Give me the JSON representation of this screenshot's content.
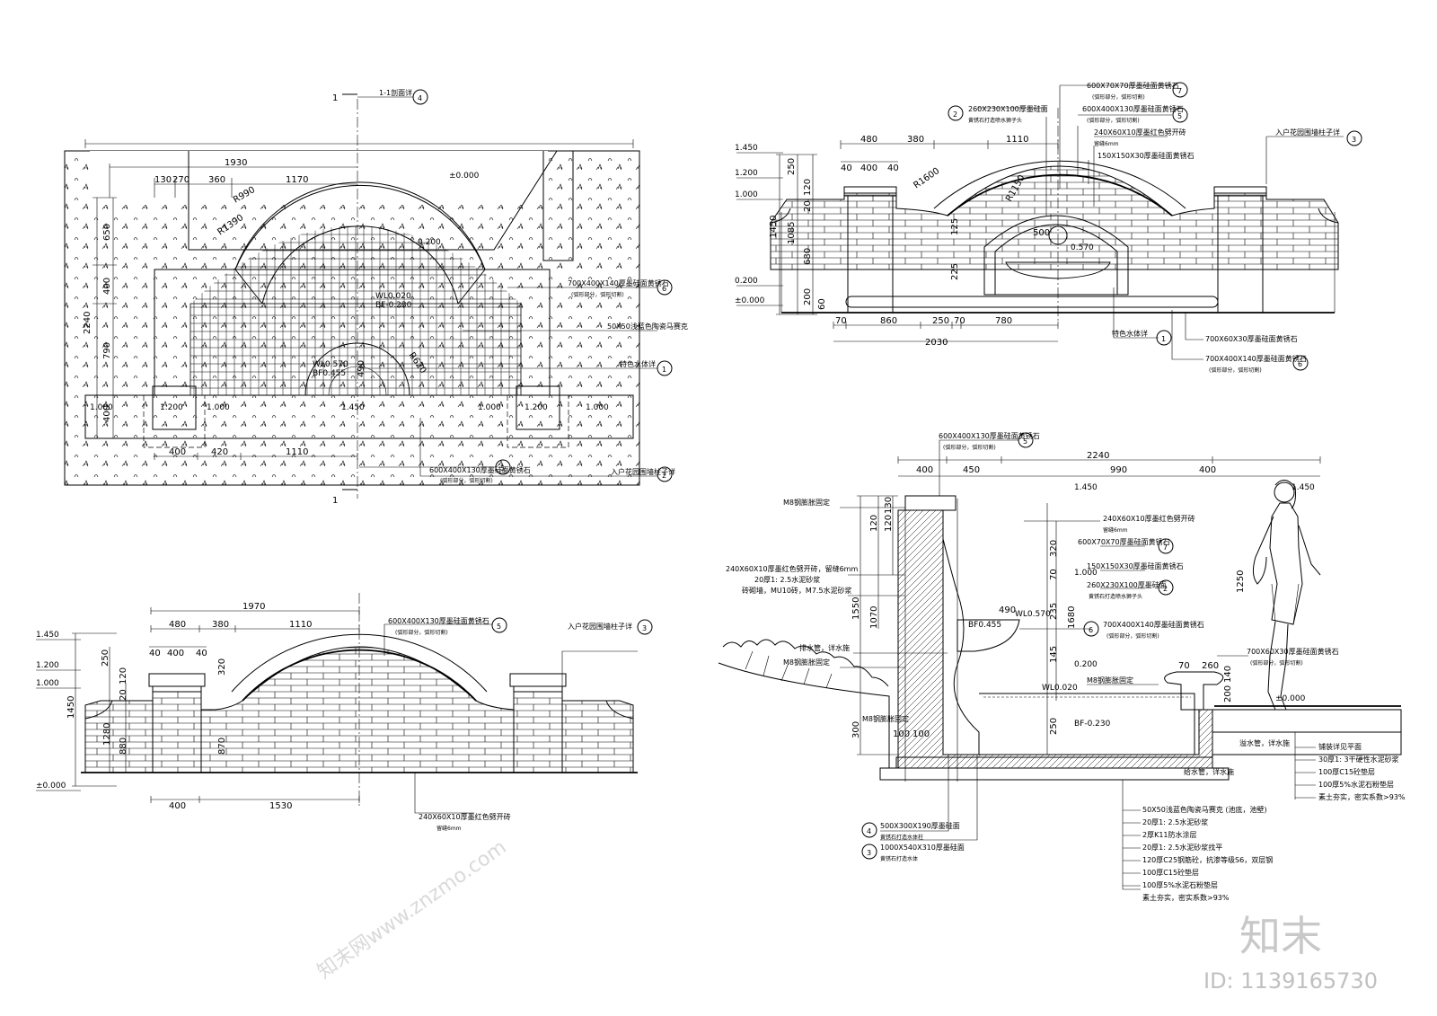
{
  "plan": {
    "section_mark": "1",
    "section_title": "1-1剖面详",
    "section_ref": "4",
    "dims_top": [
      "1930",
      "130",
      "270",
      "360",
      "1170"
    ],
    "radii": [
      "R990",
      "R1390",
      "R620"
    ],
    "dims_left": [
      "2240",
      "650",
      "400",
      "790",
      "400"
    ],
    "dims_bottom": [
      "400",
      "420",
      "1110"
    ],
    "dim_inner": "490",
    "levels": [
      "±0.000",
      "0.200",
      "WL0.020",
      "BF-0.230",
      "WL0.570",
      "BF0.455",
      "1.000",
      "1.200",
      "1.000",
      "1.450",
      "1.000",
      "1.200",
      "1.000"
    ],
    "notes": [
      {
        "text": "700X400X140厚墨硅面黄锈石",
        "sub": "(弧形部分，弧形切割)",
        "ref": "6"
      },
      {
        "text": "50X50浅蓝色陶瓷马赛克",
        "sub": "",
        "ref": ""
      },
      {
        "text": "特色水体详",
        "sub": "",
        "ref": "1"
      },
      {
        "text": "入户花园围墙柱子详",
        "sub": "",
        "ref": "2"
      },
      {
        "text": "600X400X130厚墨硅面黄锈石",
        "sub": "(弧形部分，弧形切割)",
        "ref": "5"
      }
    ]
  },
  "front": {
    "dims_top": [
      "480",
      "380",
      "1110"
    ],
    "dims_top2": [
      "40",
      "400",
      "40"
    ],
    "radii": [
      "R1600",
      "R1150"
    ],
    "dims_left": [
      "250",
      "120",
      "20",
      "1450",
      "1085",
      "680",
      "125",
      "225",
      "200",
      "60"
    ],
    "dims_bottom": [
      "70",
      "860",
      "250",
      "70",
      "780"
    ],
    "dim_total": "2030",
    "inner": [
      "500",
      "0.570"
    ],
    "levels": [
      "1.450",
      "1.200",
      "1.000",
      "0.200",
      "±0.000"
    ],
    "notes": [
      {
        "text": "600X70X70厚墨硅面黄锈石",
        "sub": "(弧形部分，弧形切割)",
        "ref": "7"
      },
      {
        "text": "260X230X100厚墨硅面",
        "sub": "黄锈石打造喷水狮子头",
        "ref": "2"
      },
      {
        "text": "600X400X130厚墨硅面黄锈石",
        "sub": "(弧形部分，弧形切割)",
        "ref": "5"
      },
      {
        "text": "240X60X10厚墨红色劈开砖",
        "sub": "留缝6mm",
        "ref": ""
      },
      {
        "text": "150X150X30厚墨硅面黄锈石",
        "sub": "",
        "ref": ""
      },
      {
        "text": "入户花园围墙柱子详",
        "sub": "",
        "ref": "3"
      },
      {
        "text": "特色水体详",
        "sub": "",
        "ref": "1"
      },
      {
        "text": "700X60X30厚墨硅面黄锈石",
        "sub": "",
        "ref": ""
      },
      {
        "text": "700X400X140厚墨硅面黄锈石",
        "sub": "(弧形部分，弧形切割)",
        "ref": "6"
      }
    ]
  },
  "rear": {
    "dims_top": [
      "1970",
      "480",
      "380",
      "1110"
    ],
    "dims_top2": [
      "40",
      "400",
      "40"
    ],
    "dims_left": [
      "250",
      "120",
      "20",
      "1450",
      "1280",
      "880",
      "320",
      "870"
    ],
    "dims_bottom": [
      "400",
      "1530"
    ],
    "levels": [
      "1.450",
      "1.200",
      "1.000",
      "±0.000"
    ],
    "notes": [
      {
        "text": "600X400X130厚墨硅面黄锈石",
        "sub": "(弧形部分，弧形切割)",
        "ref": "5"
      },
      {
        "text": "入户花园围墙柱子详",
        "sub": "",
        "ref": "3"
      },
      {
        "text": "240X60X10厚墨红色劈开砖",
        "sub": "留缝6mm",
        "ref": ""
      }
    ]
  },
  "section": {
    "dims_top": [
      "2240",
      "400",
      "450",
      "990",
      "400"
    ],
    "dims_left": [
      "130",
      "120",
      "120",
      "1550",
      "1070",
      "300",
      "100",
      "100"
    ],
    "dims_mid": [
      "320",
      "70",
      "235",
      "145",
      "250",
      "490",
      "1680",
      "70",
      "260",
      "140",
      "200",
      "1250"
    ],
    "levels": [
      "1.450",
      "1.000",
      "WL0.570",
      "BF0.455",
      "0.200",
      "WL0.020",
      "BF-0.230",
      "1.450",
      "±0.000"
    ],
    "notes_left": [
      {
        "text": "M8钢膨胀固定"
      },
      {
        "text": "240X60X10厚墨红色劈开砖，留缝6mm"
      },
      {
        "text": "20厚1: 2.5水泥砂浆"
      },
      {
        "text": "砖砌墙，MU10砖，M7.5水泥砂浆"
      },
      {
        "text": "排水管，详水施"
      },
      {
        "text": "M8钢膨胀固定"
      },
      {
        "text": "M8钢膨胀固定"
      }
    ],
    "notes_right": [
      {
        "text": "600X400X130厚墨硅面黄锈石",
        "sub": "(弧形部分，弧形切割)",
        "ref": "5"
      },
      {
        "text": "240X60X10厚墨红色劈开砖",
        "sub": "留缝6mm",
        "ref": ""
      },
      {
        "text": "600X70X70厚墨硅面黄锈石",
        "sub": "",
        "ref": "7"
      },
      {
        "text": "150X150X30厚墨硅面黄锈石",
        "sub": "",
        "ref": ""
      },
      {
        "text": "260X230X100厚墨硅面",
        "sub": "黄锈石打造喷水狮子头",
        "ref": "2"
      },
      {
        "text": "700X400X140厚墨硅面黄锈石",
        "sub": "(弧形部分，弧形切割)",
        "ref": "6"
      },
      {
        "text": "M8钢膨胀固定",
        "sub": "",
        "ref": ""
      },
      {
        "text": "700X60X30厚墨硅面黄锈石",
        "sub": "(弧形部分，弧形切割)",
        "ref": ""
      }
    ],
    "notes_bottom_left": [
      {
        "text": "500X300X190厚墨硅面",
        "sub": "黄锈石打造水体柱",
        "ref": "4"
      },
      {
        "text": "1000X540X310厚墨硅面",
        "sub": "黄锈石打造水体",
        "ref": "3"
      }
    ],
    "layers": [
      "50X50浅蓝色陶瓷马赛克 (池底，池壁)",
      "20厚1: 2.5水泥砂浆",
      "2厚K11防水涂层",
      "20厚1: 2.5水泥砂浆找平",
      "120厚C25钢筋砼，抗渗等级S6，双层钢",
      "100厚C15砼垫层",
      "100厚5%水泥石粉垫层",
      "素土夯实，密实系数>93%"
    ],
    "paving": [
      "铺装详见平面",
      "30厚1: 3干硬性水泥砂浆",
      "100厚C15砼垫层",
      "100厚5%水泥石粉垫层",
      "素土夯实，密实系数>93%"
    ],
    "misc": [
      "溢水管，详水施",
      "给水管，详水施"
    ]
  },
  "brand": {
    "logo": "知末",
    "id": "ID: 1139165730",
    "watermark": "知末网www.znzmo.com"
  }
}
